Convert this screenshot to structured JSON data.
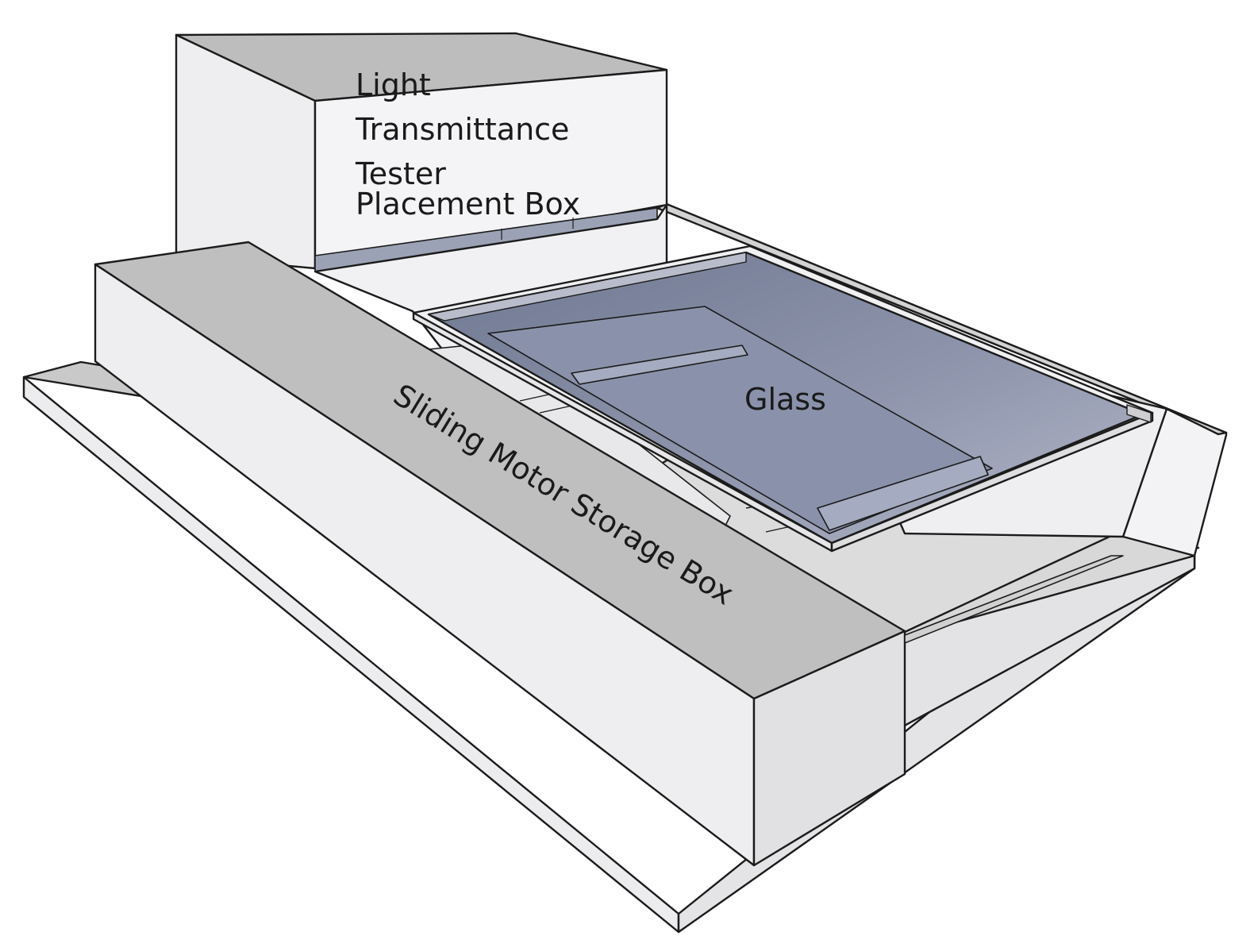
{
  "labels": {
    "tester_box": [
      "Light",
      "Transmittance",
      "Tester",
      "Placement Box"
    ],
    "glass": "Glass",
    "motor_box": "Sliding Motor Storage Box"
  },
  "colors": {
    "face_light": "#f2f2f4",
    "face_mid": "#e6e6e9",
    "face_top": "#bdbdbd",
    "edge": "#1b1b1b",
    "glass_dark": "#7f879f",
    "glass_light": "#a9adc2",
    "rail": "#9ba2b5"
  }
}
